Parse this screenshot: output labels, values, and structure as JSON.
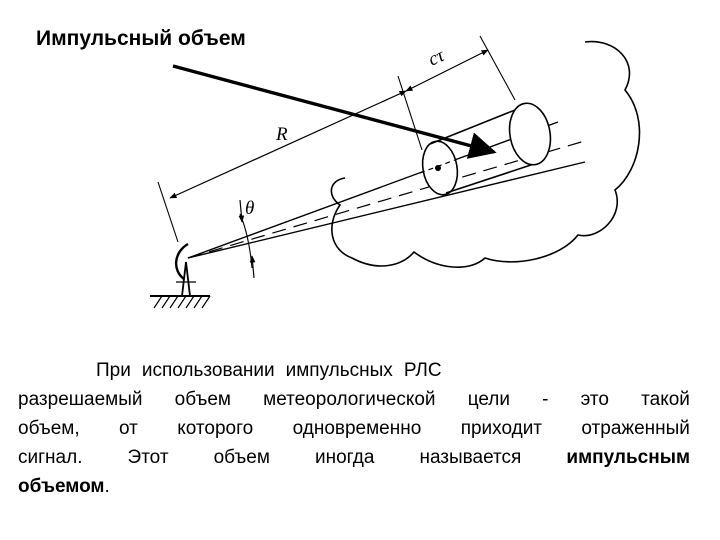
{
  "title": "Импульсный объем",
  "diagram": {
    "label_range": "R",
    "label_pulse": "cτ",
    "label_angle": "θ"
  },
  "paragraph": {
    "line1": [
      "При",
      "использовании",
      "импульсных",
      "РЛС"
    ],
    "line2": [
      "разрешаемый",
      "объем",
      "метеорологической",
      "цели",
      "-",
      "это",
      "такой"
    ],
    "line3": [
      "объем,",
      "от",
      "которого",
      "одновременно",
      "приходит",
      "отраженный"
    ],
    "line4_plain": [
      "сигнал.",
      "Этот",
      "объем",
      "иногда",
      "называется"
    ],
    "line4_bold": "импульсным",
    "line5_bold": "объемом",
    "line5_tail": "."
  },
  "colors": {
    "ink": "#000000",
    "background": "#ffffff"
  }
}
